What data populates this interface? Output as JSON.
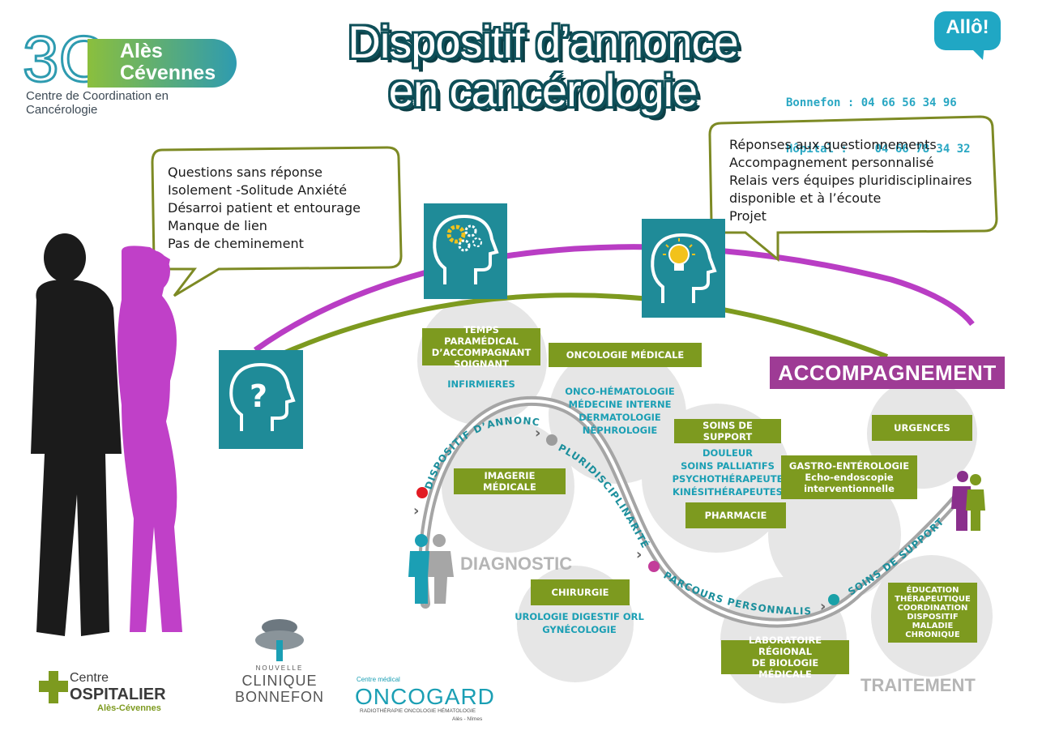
{
  "title": {
    "line1": "Dispositif d’annonce",
    "line2": "en cancérologie"
  },
  "logo_3c": {
    "mark": "3C",
    "name_line1": "Alès",
    "name_line2": "Cévennes",
    "subtitle": "Centre de Coordination en Cancérologie"
  },
  "allo": {
    "label": "Allô!"
  },
  "phones": {
    "bonnefon": "Bonnefon : 04 66 56 34 96",
    "hopital": "Hôpital :    04 66 78 34 32"
  },
  "bubble_left": {
    "lines": [
      "Questions sans réponse",
      "Isolement -Solitude Anxiété",
      "Désarroi patient et entourage",
      "Manque de lien",
      "Pas de cheminement"
    ]
  },
  "bubble_right": {
    "lines": [
      "Réponses aux questionnements",
      "Accompagnement personnalisé",
      "Relais vers équipes pluridisciplinaires",
      "disponible et à l’écoute",
      "Projet"
    ]
  },
  "tiles": {
    "question_icon": "head-question-icon",
    "gears_icon": "head-gears-icon",
    "bulb_icon": "head-bulb-icon"
  },
  "accompagnement": "ACCOMPAGNEMENT",
  "diagnostic": "DIAGNOSTIC",
  "traitement": "TRAITEMENT",
  "path_labels": {
    "annonce": "DISPOSITIF D’ANNONCE",
    "pluri": "PLURIDISCIPLINARITÉ",
    "parcours": "PARCOURS PERSONNALISÉ",
    "soins": "SOINS DE SUPPORT"
  },
  "nodes": {
    "temps": {
      "title": "TEMPS PARAMÉDICAL D’ACCOMPAGNANT SOIGNANT",
      "sub": "INFIRMIERES"
    },
    "onco": {
      "title": "ONCOLOGIE MÉDICALE",
      "sub": [
        "ONCO-HÉMATOLOGIE",
        "MÉDECINE INTERNE",
        "DERMATOLOGIE",
        "NÉPHROLOGIE"
      ]
    },
    "imagerie": {
      "title": "IMAGERIE MÉDICALE"
    },
    "soins_support": {
      "title": "SOINS DE SUPPORT",
      "sub": [
        "DOULEUR",
        "SOINS PALLIATIFS",
        "PSYCHOTHÉRAPEUTE",
        "KINÉSITHÉRAPEUTES"
      ]
    },
    "pharmacie": {
      "title": "PHARMACIE"
    },
    "gastro": {
      "title": "GASTRO-ENTÉROLOGIE",
      "line2": "Echo-endoscopie",
      "line3": "interventionnelle"
    },
    "urgences": {
      "title": "URGENCES"
    },
    "chirurgie": {
      "title": "CHIRURGIE",
      "sub": [
        "UROLOGIE  DIGESTIF  ORL",
        "GYNÉCOLOGIE"
      ]
    },
    "labo": {
      "title": "LABORATOIRE RÉGIONAL",
      "line2": "DE BIOLOGIE MÉDICALE"
    },
    "education": {
      "lines": [
        "ÉDUCATION",
        "THÉRAPEUTIQUE",
        "COORDINATION",
        "DISPOSITIF",
        "MALADIE",
        "CHRONIQUE"
      ]
    }
  },
  "footer_logos": {
    "ch": {
      "line1": "Centre",
      "line2": "OSPITALIER",
      "line3": "Alès-Cévennes"
    },
    "bonnefon": {
      "line1": "NOUVELLE",
      "line2": "CLINIQUE",
      "line3": "BONNEFON"
    },
    "oncogard": {
      "pre": "Centre médical",
      "name": "ONCOGARD",
      "sub": "RADIOTHÉRAPIE  ONCOLOGIE  HÉMATOLOGIE",
      "place": "Alès - Nîmes"
    }
  },
  "colors": {
    "teal": "#1f8b98",
    "olive": "#7d9a1f",
    "purple": "#9e3b95",
    "magenta": "#b93dc4",
    "grey": "#e4e4e4",
    "blue_text": "#1b9fb4"
  }
}
